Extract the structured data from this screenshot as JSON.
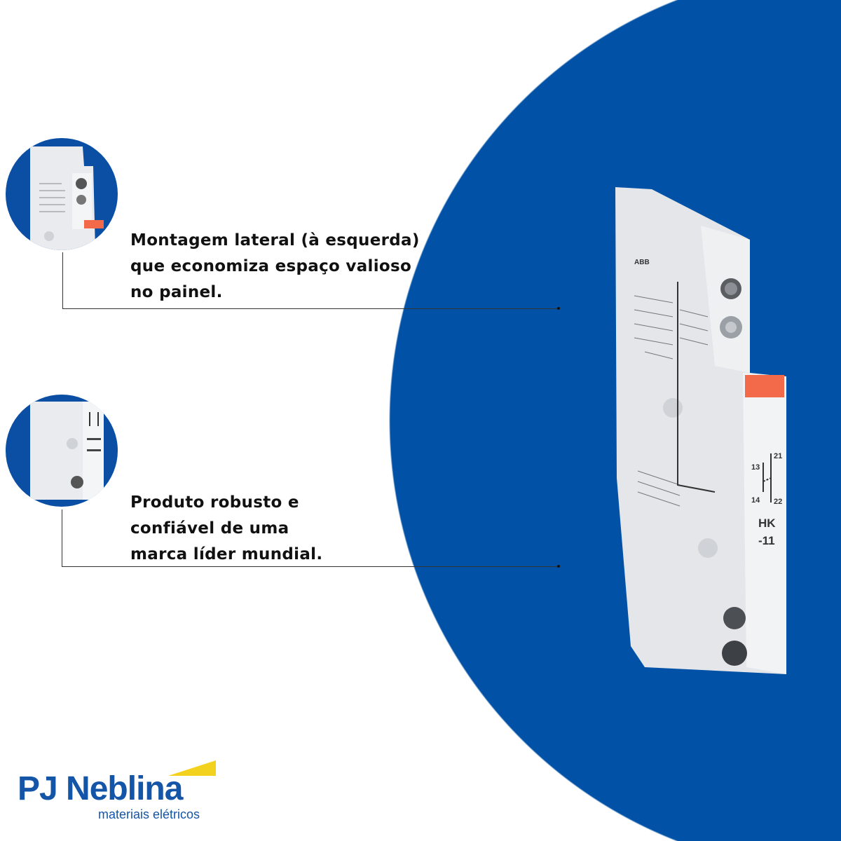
{
  "colors": {
    "brand_blue": "#0151a6",
    "logo_yellow": "#f2d21e",
    "accent_orange": "#f26a4a"
  },
  "features": [
    {
      "lines": [
        "Montagem lateral (à esquerda)",
        "que economiza espaço valioso",
        "no painel."
      ]
    },
    {
      "lines": [
        "Produto robusto e",
        "confiável de uma",
        "marca líder mundial."
      ]
    }
  ],
  "product": {
    "brand": "ABB",
    "model_line1": "HK",
    "model_line2": "-11",
    "terminals": [
      "13",
      "14",
      "21",
      "22"
    ]
  },
  "logo": {
    "name": "PJ Neblina",
    "tagline": "materiais elétricos"
  }
}
